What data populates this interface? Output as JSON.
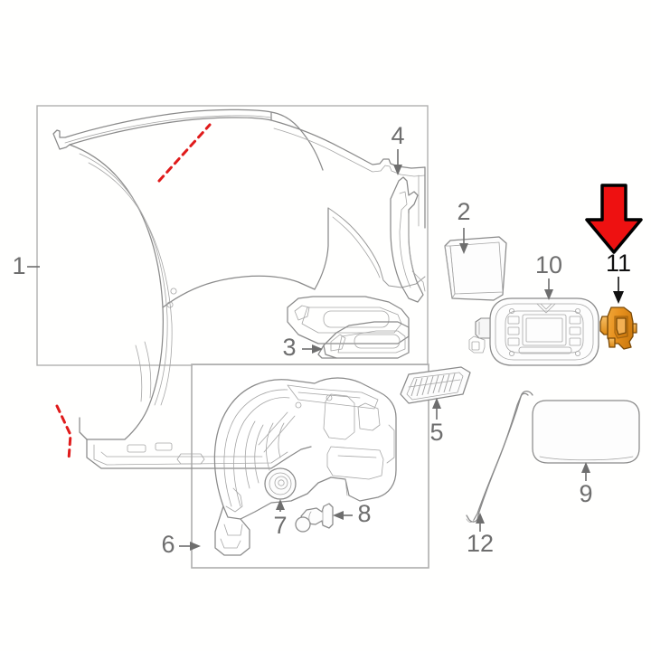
{
  "diagram": {
    "title": "Vehicle rear quarter panel & fuel filler parts exploded diagram",
    "background_color": "#fffffe",
    "line_color": "#8a8a8a",
    "label_color": "#6e6e6e",
    "highlight_label_color": "#111111",
    "highlight_part_color": "#e8921f",
    "cut_line_color": "#e01b1b",
    "arrow_color": "#ee1111",
    "arrow_outline_color": "#000000"
  },
  "callouts": [
    {
      "id": "1",
      "label": "1",
      "part": "quarter-panel-assembly",
      "leader": "line-left",
      "highlighted": false
    },
    {
      "id": "2",
      "label": "2",
      "part": "quarter-panel-patch",
      "leader": "arrow-down",
      "highlighted": false
    },
    {
      "id": "3",
      "label": "3",
      "part": "rocker-reinforcement",
      "leader": "arrow-right",
      "highlighted": false
    },
    {
      "id": "4",
      "label": "4",
      "part": "pillar-bracket",
      "leader": "arrow-down",
      "highlighted": false
    },
    {
      "id": "5",
      "label": "5",
      "part": "body-vent-grille",
      "leader": "arrow-up",
      "highlighted": false
    },
    {
      "id": "6",
      "label": "6",
      "part": "wheelhouse-liner",
      "leader": "arrow-right",
      "highlighted": false
    },
    {
      "id": "7",
      "label": "7",
      "part": "grommet",
      "leader": "arrow-up",
      "highlighted": false
    },
    {
      "id": "8",
      "label": "8",
      "part": "push-pin-clip",
      "leader": "arrow-left",
      "highlighted": false
    },
    {
      "id": "9",
      "label": "9",
      "part": "fuel-filler-door",
      "leader": "arrow-up",
      "highlighted": false
    },
    {
      "id": "10",
      "label": "10",
      "part": "fuel-filler-housing",
      "leader": "arrow-down",
      "highlighted": false
    },
    {
      "id": "11",
      "label": "11",
      "part": "fuel-door-hinge-actuator",
      "leader": "arrow-down",
      "highlighted": true
    },
    {
      "id": "12",
      "label": "12",
      "part": "fuel-door-release-rod",
      "leader": "arrow-up",
      "highlighted": false
    }
  ],
  "indicator": {
    "type": "red-down-arrow",
    "points_to": "11",
    "description": "Large red arrow highlighting the selected part"
  },
  "groups": [
    {
      "name": "quarter-panel-group",
      "contains": [
        "1",
        "2",
        "3",
        "4"
      ]
    },
    {
      "name": "wheelhouse-group",
      "contains": [
        "6",
        "7",
        "8"
      ]
    }
  ]
}
